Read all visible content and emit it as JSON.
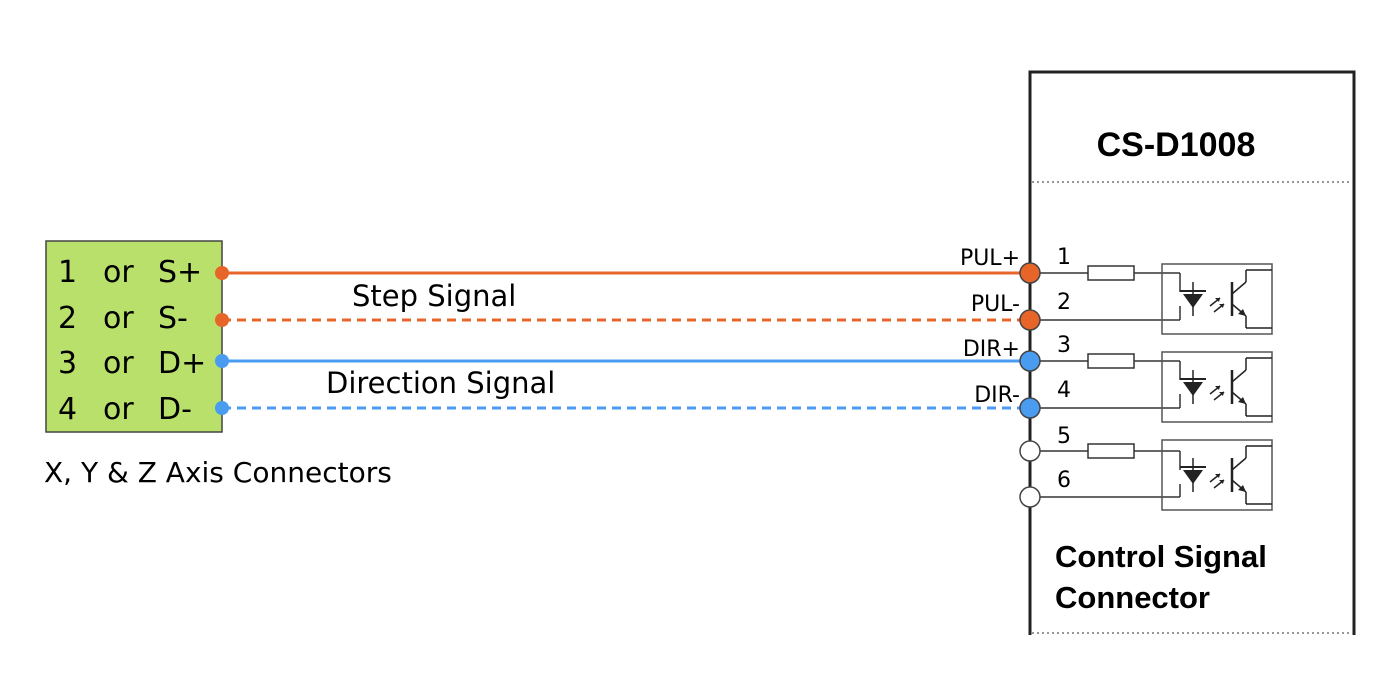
{
  "connector": {
    "pins": [
      {
        "num": "1",
        "or": "or",
        "sig": "S+"
      },
      {
        "num": "2",
        "or": "or",
        "sig": "S-"
      },
      {
        "num": "3",
        "or": "or",
        "sig": "D+"
      },
      {
        "num": "4",
        "or": "or",
        "sig": "D-"
      }
    ],
    "caption": "X, Y & Z Axis Connectors",
    "fill_color": "#b9e06a"
  },
  "signals": {
    "step_label": "Step Signal",
    "direction_label": "Direction Signal",
    "step_color": "#e8652a",
    "direction_color": "#4a9cf0"
  },
  "driver": {
    "title": "CS-D1008",
    "footer_line1": "Control Signal",
    "footer_line2": "Connector",
    "terminals": [
      {
        "name": "PUL+",
        "num": "1"
      },
      {
        "name": "PUL-",
        "num": "2"
      },
      {
        "name": "DIR+",
        "num": "3"
      },
      {
        "name": "DIR-",
        "num": "4"
      },
      {
        "name": "",
        "num": "5"
      },
      {
        "name": "",
        "num": "6"
      }
    ]
  }
}
